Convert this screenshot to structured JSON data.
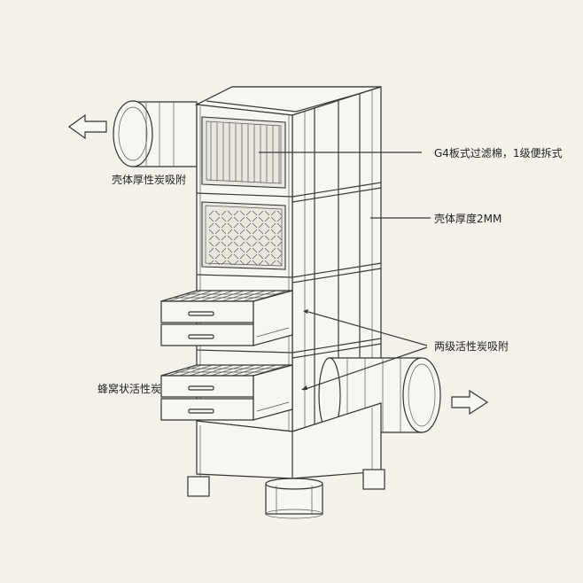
{
  "labels": {
    "g4_filter": "G4板式过滤棉，1级便拆式",
    "shell_thickness": "壳体厚度2MM",
    "shell_carbon_top": "壳体厚性炭吸附",
    "two_stage_carbon": "两级活性炭吸附",
    "honeycomb_carbon": "蜂窝状活性炭"
  },
  "colors": {
    "line": "#3a3a3a",
    "background": "#f3f1ea"
  }
}
